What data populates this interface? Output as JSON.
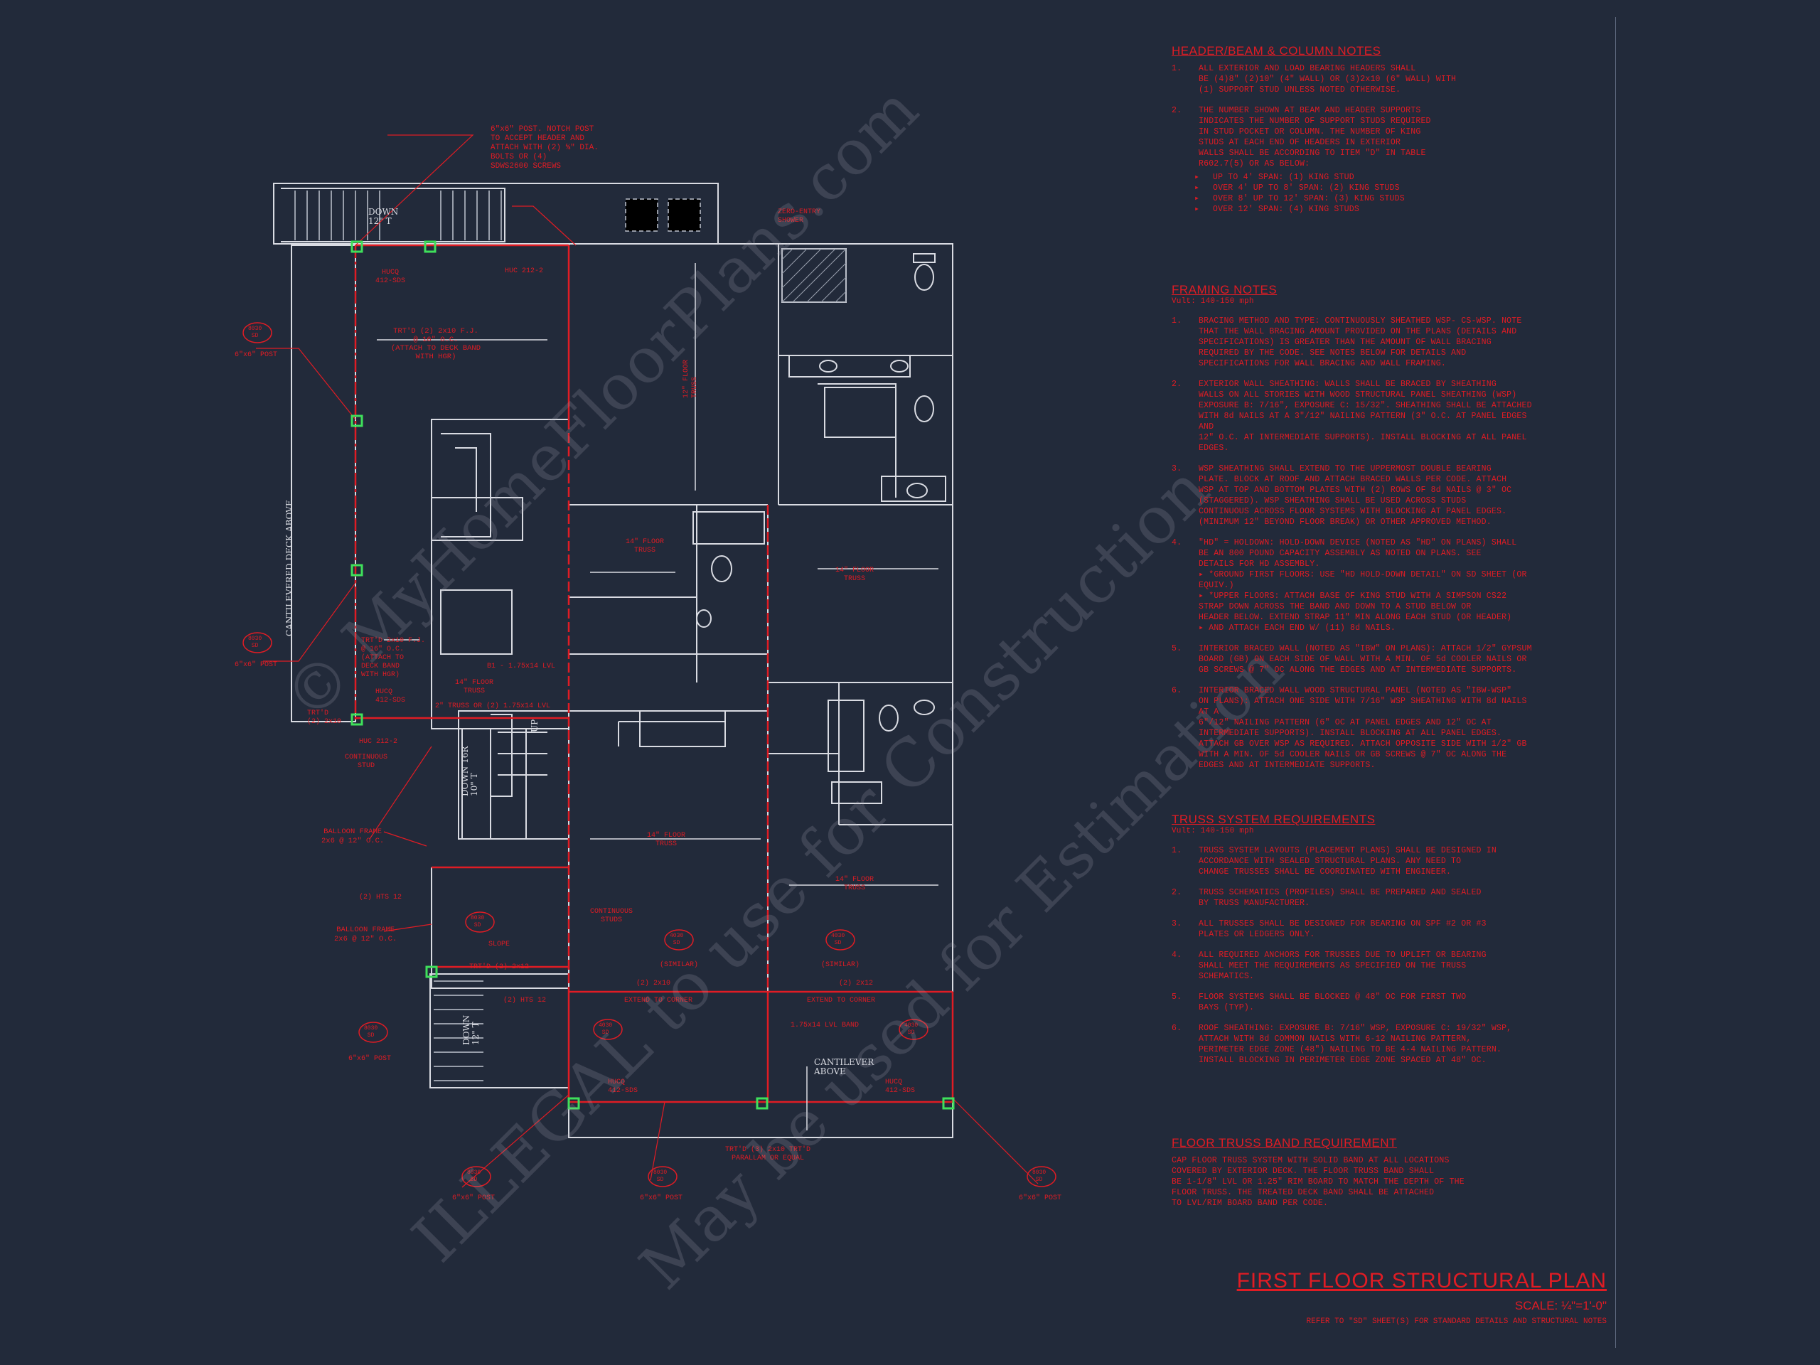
{
  "sheet": {
    "title": "FIRST FLOOR STRUCTURAL PLAN",
    "scale": "SCALE: ¼\"=1'-0\"",
    "reference": "REFER TO \"SD\" SHEET(S) FOR STANDARD DETAILS AND STRUCTURAL NOTES"
  },
  "watermark": {
    "line1": "© MyHomeFloorPlans.com",
    "line2": "ILLEGAL to use for Construction",
    "line3": "May be used for Estimation"
  },
  "notes": {
    "header_beam": {
      "title": "HEADER/BEAM & COLUMN NOTES",
      "items": [
        "ALL EXTERIOR AND LOAD BEARING HEADERS SHALL\nBE (4)8\" (2)10\" (4\" WALL) OR (3)2x10 (6\" WALL) WITH\n(1) SUPPORT STUD UNLESS NOTED OTHERWISE.",
        "THE NUMBER SHOWN AT BEAM AND HEADER SUPPORTS\nINDICATES THE NUMBER OF SUPPORT STUDS REQUIRED\nIN STUD POCKET OR COLUMN. THE NUMBER OF KING\nSTUDS AT EACH END OF HEADERS IN EXTERIOR\nWALLS SHALL BE ACCORDING TO ITEM \"D\" IN TABLE\nR602.7(5) OR AS BELOW:"
      ],
      "bullets": [
        "UP TO 4' SPAN: (1) KING STUD",
        "OVER 4' UP TO 8' SPAN: (2) KING STUDS",
        "OVER 8' UP TO 12' SPAN: (3) KING STUDS",
        "OVER 12' SPAN: (4) KING STUDS"
      ]
    },
    "framing": {
      "title": "FRAMING NOTES",
      "subtitle": "Vult: 140-150 mph",
      "items": [
        "BRACING METHOD AND TYPE: CONTINUOUSLY SHEATHED WSP- CS-WSP. NOTE\nTHAT THE WALL BRACING AMOUNT PROVIDED ON THE PLANS (DETAILS AND\nSPECIFICATIONS) IS GREATER THAN THE AMOUNT OF WALL BRACING\nREQUIRED BY THE CODE. SEE NOTES BELOW FOR DETAILS AND\nSPECIFICATIONS FOR WALL BRACING AND WALL FRAMING.",
        "EXTERIOR WALL SHEATHING: WALLS SHALL BE BRACED BY SHEATHING\nWALLS ON ALL STORIES WITH WOOD STRUCTURAL PANEL SHEATHING (WSP)\nEXPOSURE B: 7/16\", EXPOSURE C: 15/32\". SHEATHING SHALL BE ATTACHED\nWITH 8d NAILS AT A 3\"/12\" NAILING PATTERN (3\" O.C. AT PANEL EDGES AND\n12\" O.C. AT INTERMEDIATE SUPPORTS). INSTALL BLOCKING AT ALL PANEL\nEDGES.",
        "WSP SHEATHING SHALL EXTEND TO THE UPPERMOST DOUBLE BEARING\nPLATE. BLOCK AT ROOF AND ATTACH BRACED WALLS PER CODE. ATTACH\nWSP AT TOP AND BOTTOM PLATES WITH (2) ROWS OF 8d NAILS @ 3\" OC\n(STAGGERED). WSP SHEATHING SHALL BE USED ACROSS STUDS\nCONTINUOUS ACROSS FLOOR SYSTEMS WITH BLOCKING AT PANEL EDGES.\n(MINIMUM 12\" BEYOND FLOOR BREAK) OR OTHER APPROVED METHOD.",
        "\"HD\" = HOLDOWN: HOLD-DOWN DEVICE (NOTED AS \"HD\" ON PLANS) SHALL\nBE AN 800 POUND CAPACITY ASSEMBLY AS NOTED ON PLANS. SEE\nDETAILS FOR HD ASSEMBLY.\n▸ *GROUND FIRST FLOORS: USE \"HD HOLD-DOWN DETAIL\" ON SD SHEET (OR\nEQUIV.)\n▸ *UPPER FLOORS: ATTACH BASE OF KING STUD WITH A SIMPSON CS22\nSTRAP DOWN ACROSS THE BAND AND DOWN TO A STUD BELOW OR\nHEADER BELOW. EXTEND STRAP 11\" MIN ALONG EACH STUD (OR HEADER)\n▸ AND ATTACH EACH END W/ (11) 8d NAILS.",
        "INTERIOR BRACED WALL (NOTED AS \"IBW\" ON PLANS): ATTACH 1/2\" GYPSUM\nBOARD (GB) ON EACH SIDE OF WALL WITH A MIN. OF 5d COOLER NAILS OR\nGB SCREWS @ 7\" OC ALONG THE EDGES AND AT INTERMEDIATE SUPPORTS.",
        "INTERIOR BRACED WALL WOOD STRUCTURAL PANEL (NOTED AS \"IBW-WSP\"\nON PLANS): ATTACH ONE SIDE WITH 7/16\" WSP SHEATHING WITH 8d NAILS AT A\n6\"/12\" NAILING PATTERN (6\" OC AT PANEL EDGES AND 12\" OC AT\nINTERMEDIATE SUPPORTS). INSTALL BLOCKING AT ALL PANEL EDGES.\nATTACH GB OVER WSP AS REQUIRED. ATTACH OPPOSITE SIDE WITH 1/2\" GB\nWITH A MIN. OF 5d COOLER NAILS OR GB SCREWS @ 7\" OC ALONG THE\nEDGES AND AT INTERMEDIATE SUPPORTS."
      ]
    },
    "truss": {
      "title": "TRUSS SYSTEM REQUIREMENTS",
      "subtitle": "Vult: 140-150 mph",
      "items": [
        "TRUSS SYSTEM LAYOUTS (PLACEMENT PLANS) SHALL BE DESIGNED IN\nACCORDANCE WITH SEALED STRUCTURAL PLANS. ANY NEED TO\nCHANGE TRUSSES SHALL BE COORDINATED WITH ENGINEER.",
        "TRUSS SCHEMATICS (PROFILES) SHALL BE PREPARED AND SEALED\nBY TRUSS MANUFACTURER.",
        "ALL TRUSSES SHALL BE DESIGNED FOR BEARING ON SPF #2 OR #3\nPLATES OR LEDGERS ONLY.",
        "ALL REQUIRED ANCHORS FOR TRUSSES DUE TO UPLIFT OR BEARING\nSHALL MEET THE REQUIREMENTS AS SPECIFIED ON THE TRUSS\nSCHEMATICS.",
        "FLOOR SYSTEMS SHALL BE BLOCKED @ 48\" OC FOR FIRST TWO\nBAYS (TYP).",
        "ROOF SHEATHING: EXPOSURE B: 7/16\" WSP, EXPOSURE C: 19/32\" WSP,\nATTACH WITH 8d COMMON NAILS WITH 6-12 NAILING PATTERN,\nPERIMETER EDGE ZONE (48\") NAILING TO BE 4-4 NAILING PATTERN.\nINSTALL BLOCKING IN PERIMETER EDGE ZONE SPACED AT 48\" OC."
      ]
    },
    "band": {
      "title": "FLOOR TRUSS BAND REQUIREMENT",
      "text": "CAP FLOOR TRUSS SYSTEM WITH SOLID BAND AT ALL LOCATIONS\nCOVERED BY EXTERIOR DECK. THE FLOOR TRUSS BAND SHALL\nBE 1-1/8\" LVL OR 1.25\" RIM BOARD TO MATCH THE DEPTH OF THE\nFLOOR TRUSS. THE TREATED DECK BAND SHALL BE ATTACHED\nTO LVL/RIM BOARD BAND PER CODE."
    }
  },
  "plan": {
    "post_notch": "6\"x6\" POST. NOTCH POST\nTO ACCEPT HEADER AND\nATTACH WITH (2) ⅝\" DIA.\nBOLTS OR (4)\nSDWS2600 SCREWS",
    "zero_entry": "ZERO-ENTRY\nSHOWER",
    "down_12": "DOWN\n12\" T",
    "down_16r": "DOWN 16R\n10\" T",
    "up_label": "UP",
    "cantilevered": "CANTILEVERED DECK ABOVE",
    "cantilever_above": "CANTILEVER\nABOVE",
    "hucq": "HUCQ\n412-SDS",
    "huc": "HUC 212-2",
    "trtd_fj": "TRT'D (2) 2x10 F.J.\n@ 16\" O.C.\n(ATTACH TO DECK BAND\nWITH HGR)",
    "trtd_fj_side": "TRT'D 2x10 F.J.\n@ 16\" O.C.\n(ATTACH TO\nDECK BAND\nWITH HGR)",
    "trtd_band": "TRT'D (3) 2x10 TRT'D\nPARALLAM OR EQUAL",
    "floor_truss_14": "14\" FLOOR\nTRUSS",
    "floor_truss_12": "12\" FLOOR\nTRUSS",
    "band_lvl": "1.75x14 LVL BAND",
    "b1": "B1 - 1.75x14 LVL",
    "b2": "2\" TRUSS OR (2) 1.75x14 LVL",
    "continuous_stud": "CONTINUOUS\nSTUD",
    "continuous_studs": "CONTINUOUS\nSTUDS",
    "balloon1": "BALLOON FRAME\n2x6 @ 12\" O.C.",
    "balloon2": "BALLOON FRAME\n2x6 @ 12\" O.C.",
    "hts": "(2) HTS 12",
    "hts2": "(2) HTS 12",
    "post_label": "6\"x6\" POST",
    "post_tag": "8030\nSD",
    "post_tag2": "4030\nSD",
    "similar": "(SIMILAR)",
    "extend_corner": "EXTEND TO CORNER",
    "slope": "SLOPE",
    "trtd_2x12": "TRT'D (2) 2x12",
    "trtd_2x10": "TRT'D\n(2) 2x10",
    "hdr_12": "(2) 2x12",
    "hdr_10": "(2) 2x10"
  }
}
